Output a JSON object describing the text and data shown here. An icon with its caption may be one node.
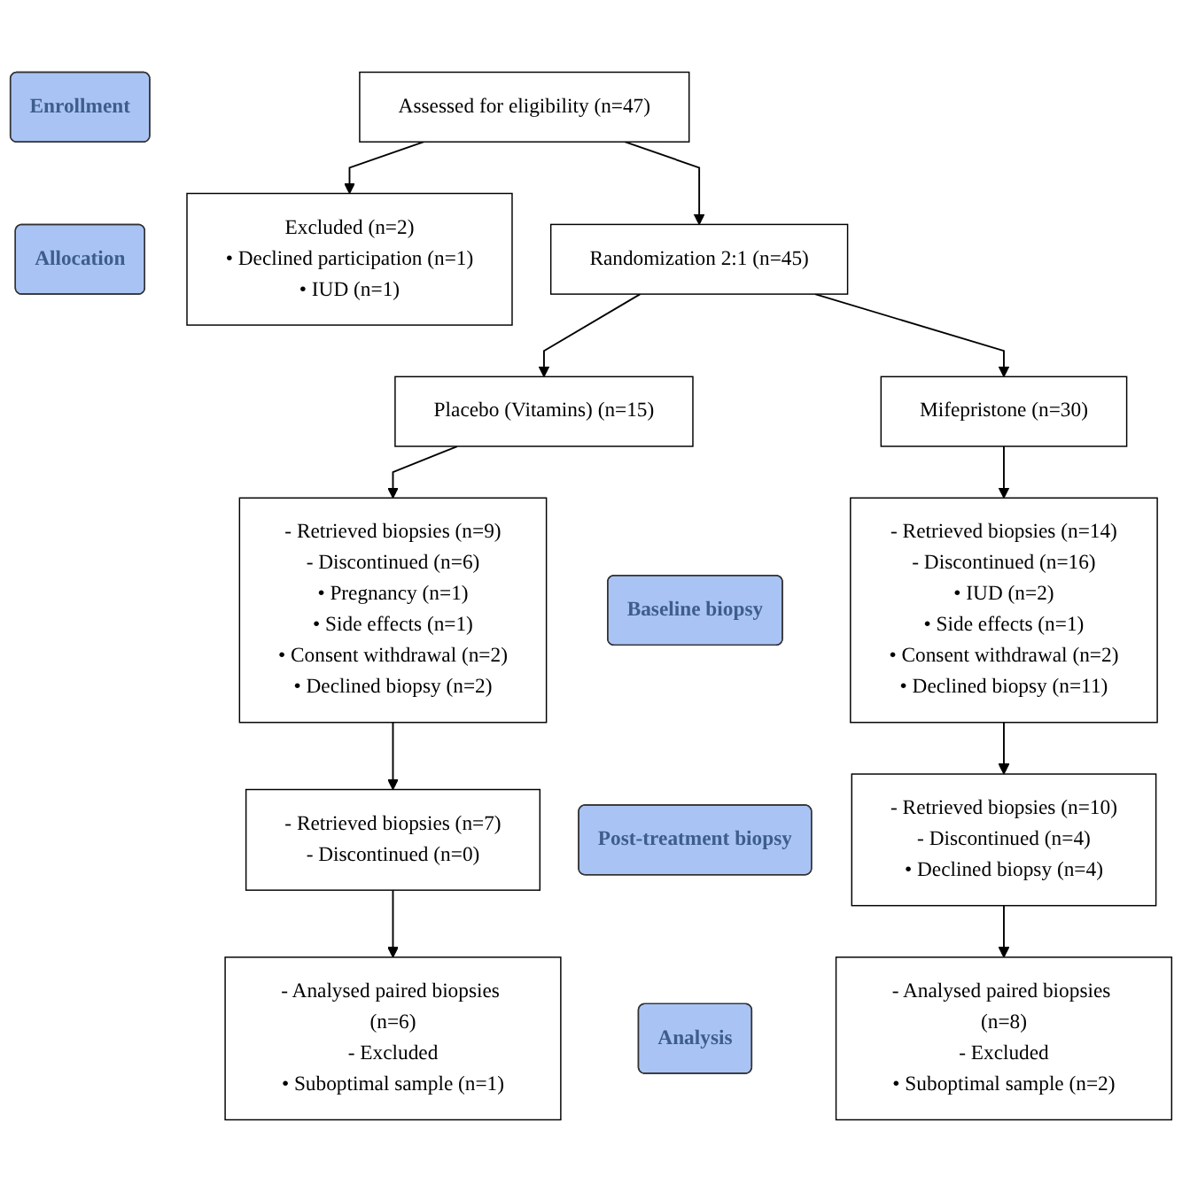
{
  "diagram": {
    "nodes": [
      {
        "text": [
          "Enrollment"
        ]
      },
      {
        "text": [
          "Assessed for eligibility (n=47)"
        ]
      },
      {
        "text": [
          "Excluded (n=2)",
          "• Declined participation (n=1)",
          "• IUD (n=1)"
        ]
      },
      {
        "text": [
          "Allocation"
        ]
      },
      {
        "text": [
          "Randomization 2:1 (n=45)"
        ]
      },
      {
        "text": [
          "Placebo (Vitamins) (n=15)"
        ]
      },
      {
        "text": [
          "Mifepristone (n=30)"
        ]
      },
      {
        "text": [
          "Baseline biopsy"
        ]
      },
      {
        "text": [
          "- Retrieved biopsies (n=9)",
          "- Discontinued (n=6)",
          "• Pregnancy (n=1)",
          "• Side effects (n=1)",
          "• Consent withdrawal (n=2)",
          "• Declined biopsy (n=2)"
        ]
      },
      {
        "text": [
          "- Retrieved biopsies (n=14)",
          "- Discontinued (n=16)",
          "• IUD (n=2)",
          "• Side effects (n=1)",
          "• Consent withdrawal (n=2)",
          "• Declined biopsy (n=11)"
        ]
      },
      {
        "text": [
          "Post-treatment biopsy"
        ]
      },
      {
        "text": [
          "- Retrieved biopsies (n=7)",
          "- Discontinued (n=0)"
        ]
      },
      {
        "text": [
          "- Retrieved biopsies (n=10)",
          "- Discontinued (n=4)",
          "• Declined biopsy (n=4)"
        ]
      },
      {
        "text": [
          "Analysis"
        ]
      },
      {
        "text": [
          "- Analysed paired biopsies (n=6)",
          "- Excluded",
          "• Suboptimal sample (n=1)"
        ]
      },
      {
        "text": [
          "- Analysed paired biopsies (n=8)",
          "- Excluded",
          "• Suboptimal sample (n=2)"
        ]
      }
    ],
    "edges": [
      {
        "from": 1,
        "to": 2,
        "arrow": "to"
      },
      {
        "from": 1,
        "to": 4,
        "arrow": "to"
      },
      {
        "from": 4,
        "to": 5,
        "arrow": "to"
      },
      {
        "from": 4,
        "to": 6,
        "arrow": "to"
      },
      {
        "from": 5,
        "to": 8,
        "arrow": "to"
      },
      {
        "from": 6,
        "to": 9,
        "arrow": "to"
      },
      {
        "from": 8,
        "to": 11,
        "arrow": "to"
      },
      {
        "from": 9,
        "to": 12,
        "arrow": "to"
      },
      {
        "from": 11,
        "to": 14,
        "arrow": "to"
      },
      {
        "from": 12,
        "to": 15,
        "arrow": "to"
      }
    ]
  }
}
